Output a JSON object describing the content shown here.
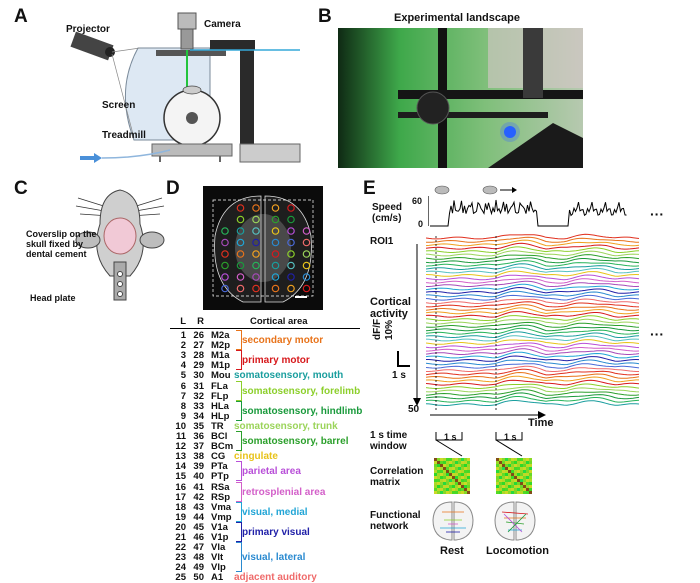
{
  "panels": {
    "A": {
      "letter": "A",
      "labels": {
        "projector": "Projector",
        "camera": "Camera",
        "screen": "Screen",
        "treadmill": "Treadmill"
      }
    },
    "B": {
      "letter": "B",
      "title": "Experimental landscape"
    },
    "C": {
      "letter": "C",
      "labels": {
        "coverslip_line1": "Coverslip on the",
        "coverslip_line2": "skull fixed by",
        "coverslip_line3": "dental cement",
        "headplate": "Head plate"
      }
    },
    "D": {
      "letter": "D",
      "table_header": {
        "L": "L",
        "R": "R",
        "area": "Cortical area"
      },
      "rows": [
        {
          "l": "1",
          "r": "26",
          "area": "M2a"
        },
        {
          "l": "2",
          "r": "27",
          "area": "M2p"
        },
        {
          "l": "3",
          "r": "28",
          "area": "M1a"
        },
        {
          "l": "4",
          "r": "29",
          "area": "M1p"
        },
        {
          "l": "5",
          "r": "30",
          "area": "Mou"
        },
        {
          "l": "6",
          "r": "31",
          "area": "FLa"
        },
        {
          "l": "7",
          "r": "32",
          "area": "FLp"
        },
        {
          "l": "8",
          "r": "33",
          "area": "HLa"
        },
        {
          "l": "9",
          "r": "34",
          "area": "HLp"
        },
        {
          "l": "10",
          "r": "35",
          "area": "TR"
        },
        {
          "l": "11",
          "r": "36",
          "area": "BCl"
        },
        {
          "l": "12",
          "r": "37",
          "area": "BCm"
        },
        {
          "l": "13",
          "r": "38",
          "area": "CG"
        },
        {
          "l": "14",
          "r": "39",
          "area": "PTa"
        },
        {
          "l": "15",
          "r": "40",
          "area": "PTp"
        },
        {
          "l": "16",
          "r": "41",
          "area": "RSa"
        },
        {
          "l": "17",
          "r": "42",
          "area": "RSp"
        },
        {
          "l": "18",
          "r": "43",
          "area": "Vma"
        },
        {
          "l": "19",
          "r": "44",
          "area": "Vmp"
        },
        {
          "l": "20",
          "r": "45",
          "area": "V1a"
        },
        {
          "l": "21",
          "r": "46",
          "area": "V1p"
        },
        {
          "l": "22",
          "r": "47",
          "area": "Vla"
        },
        {
          "l": "23",
          "r": "48",
          "area": "Vlt"
        },
        {
          "l": "24",
          "r": "49",
          "area": "Vlp"
        },
        {
          "l": "25",
          "r": "50",
          "area": "A1"
        }
      ],
      "groups": [
        {
          "name": "secondary motor",
          "color": "#e8731a"
        },
        {
          "name": "primary motor",
          "color": "#d7191c"
        },
        {
          "name": "somatosensory, mouth",
          "color": "#1a9e9e"
        },
        {
          "name": "somatosensory, forelimb",
          "color": "#8ccf2b"
        },
        {
          "name": "somatosensory, hindlimb",
          "color": "#1a9a3c"
        },
        {
          "name": "somatosensory, trunk",
          "color": "#9bd45a"
        },
        {
          "name": "somatosensory, barrel",
          "color": "#2ca02c"
        },
        {
          "name": "cingulate",
          "color": "#e8c31a"
        },
        {
          "name": "parietal area",
          "color": "#b84fd8"
        },
        {
          "name": "retrosplenial area",
          "color": "#d35fc9"
        },
        {
          "name": "visual, medial",
          "color": "#21a5d6"
        },
        {
          "name": "primary visual",
          "color": "#2020a8"
        },
        {
          "name": "visual, lateral",
          "color": "#2a8ad0"
        },
        {
          "name": "adjacent auditory",
          "color": "#ef6b6b"
        }
      ]
    },
    "E": {
      "letter": "E",
      "speed_label": "Speed",
      "speed_unit": "(cm/s)",
      "speed_max": "60",
      "speed_min": "0",
      "ellipsis": "···",
      "roi_first": "ROI1",
      "roi_last": "50",
      "activity_line1": "Cortical",
      "activity_line2": "activity",
      "scale_label": "dF/F",
      "scale_pct": "10%",
      "scale_time": "1 s",
      "time_label": "Time",
      "window_line1": "1 s time",
      "window_line2": "window",
      "window_tick": "1 s",
      "corr_line1": "Correlation",
      "corr_line2": "matrix",
      "net_line1": "Functional",
      "net_line2": "network",
      "rest": "Rest",
      "locomotion": "Locomotion"
    }
  },
  "trace_colors": [
    "#e0301e",
    "#e8731a",
    "#f0a020",
    "#d7191c",
    "#8ccf2b",
    "#9bd45a",
    "#2ca02c",
    "#1a9a3c",
    "#27b45a",
    "#1a9e9e",
    "#56c1c1",
    "#e8c31a",
    "#b84fd8",
    "#d35fc9",
    "#a64ab8",
    "#21a5d6",
    "#2020a8",
    "#2a8ad0",
    "#4a6ad8",
    "#ef6b6b"
  ]
}
